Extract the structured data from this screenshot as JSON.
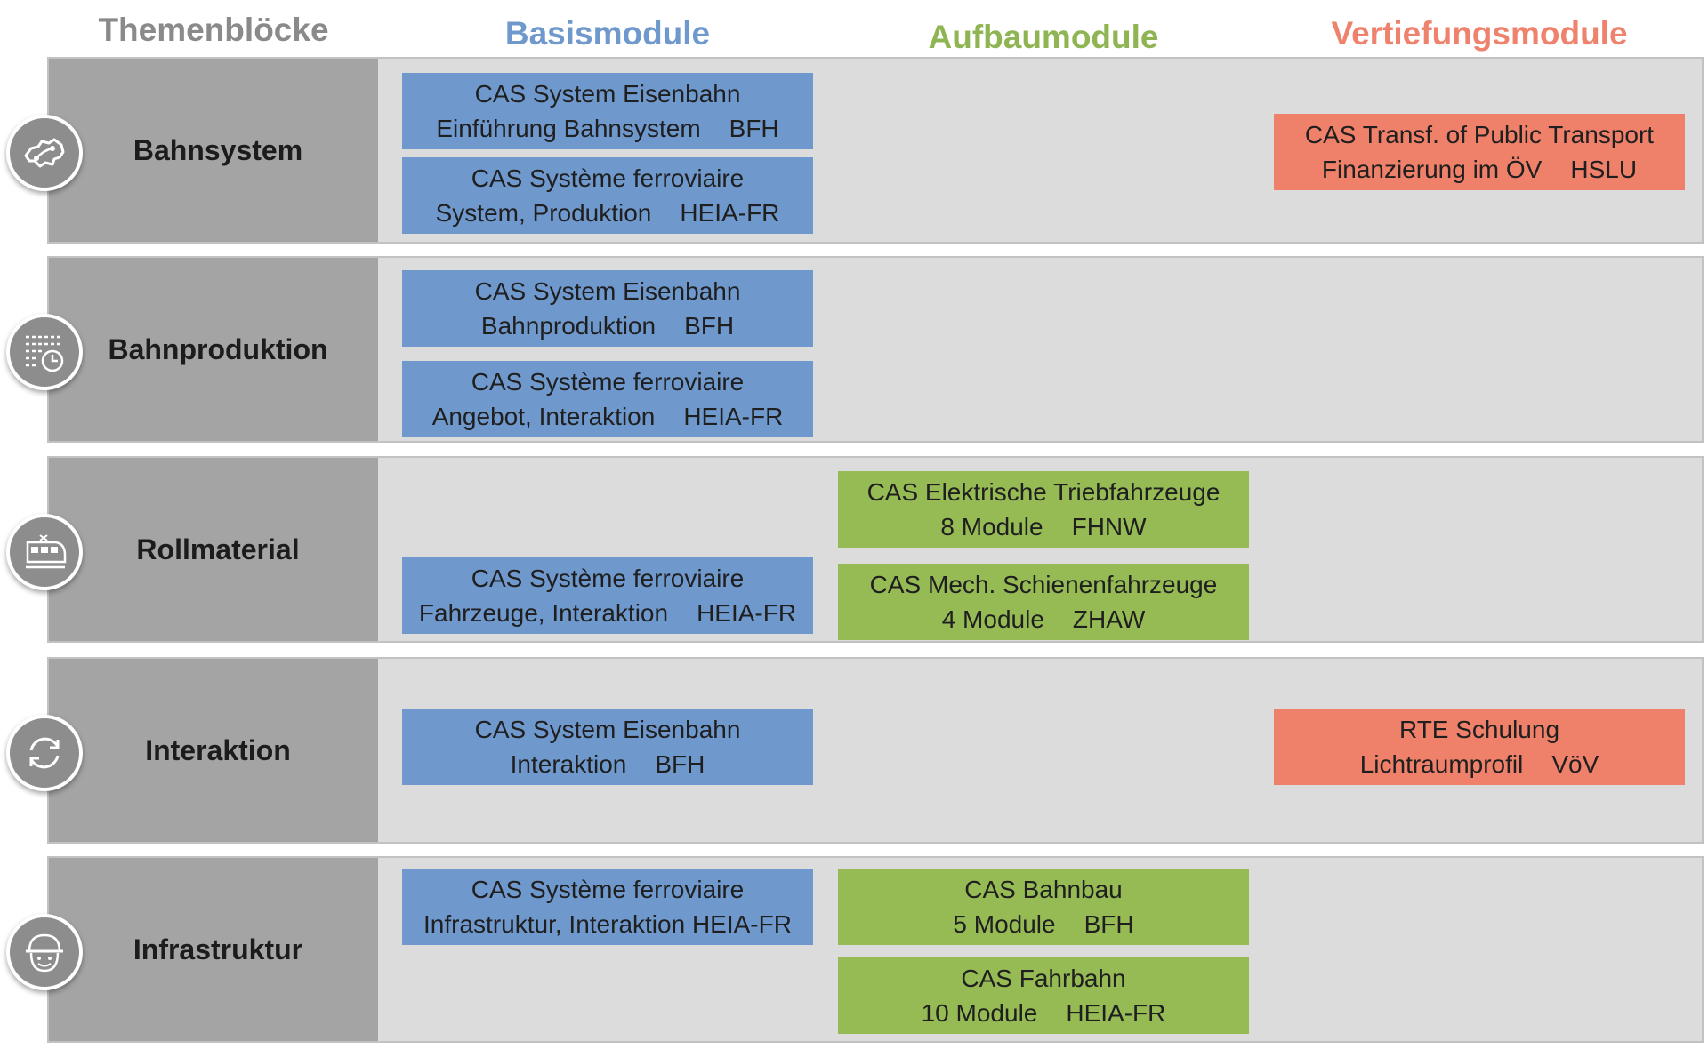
{
  "headers": {
    "themen": "Themenblöcke",
    "basis": "Basismodule",
    "aufbau": "Aufbaumodule",
    "vertief": "Vertiefungsmodule"
  },
  "colors": {
    "themen_header": "#8a8a8a",
    "basis": "#6f98cd",
    "aufbau": "#96bb55",
    "vertief": "#ef806a",
    "row_bg": "#dcdcdc",
    "label_bg": "#a4a4a4"
  },
  "rows": [
    {
      "label": "Bahnsystem",
      "icon": "switzerland-map-icon",
      "modules": [
        {
          "type": "basis",
          "line1": "CAS System Eisenbahn",
          "line2a": "Einführung Bahnsystem",
          "line2b": "BFH"
        },
        {
          "type": "basis",
          "line1": "CAS Système ferroviaire",
          "line2a": "System, Produktion",
          "line2b": "HEIA-FR"
        },
        {
          "type": "vertief",
          "line1": "CAS Transf. of Public Transport",
          "line2a": "Finanzierung im ÖV",
          "line2b": "HSLU"
        }
      ]
    },
    {
      "label": "Bahnproduktion",
      "icon": "timetable-clock-icon",
      "modules": [
        {
          "type": "basis",
          "line1": "CAS System Eisenbahn",
          "line2a": "Bahnproduktion",
          "line2b": "BFH"
        },
        {
          "type": "basis",
          "line1": "CAS Système ferroviaire",
          "line2a": "Angebot, Interaktion",
          "line2b": "HEIA-FR"
        }
      ]
    },
    {
      "label": "Rollmaterial",
      "icon": "train-icon",
      "modules": [
        {
          "type": "aufbau",
          "line1": "CAS Elektrische Triebfahrzeuge",
          "line2a": "8 Module",
          "line2b": "FHNW"
        },
        {
          "type": "basis",
          "line1": "CAS Système ferroviaire",
          "line2a": "Fahrzeuge, Interaktion",
          "line2b": "HEIA-FR"
        },
        {
          "type": "aufbau",
          "line1": "CAS Mech. Schienenfahrzeuge",
          "line2a": "4 Module",
          "line2b": "ZHAW"
        }
      ]
    },
    {
      "label": "Interaktion",
      "icon": "refresh-cycle-icon",
      "modules": [
        {
          "type": "basis",
          "line1": "CAS System Eisenbahn",
          "line2a": "Interaktion",
          "line2b": "BFH"
        },
        {
          "type": "vertief",
          "line1": "RTE Schulung",
          "line2a": "Lichtraumprofil",
          "line2b": "VöV"
        }
      ]
    },
    {
      "label": "Infrastruktur",
      "icon": "worker-helmet-icon",
      "modules": [
        {
          "type": "basis",
          "line1": "CAS Système ferroviaire",
          "line2a": "Infrastruktur, Interaktion",
          "line2b": "HEIA-FR"
        },
        {
          "type": "aufbau",
          "line1": "CAS Bahnbau",
          "line2a": "5 Module",
          "line2b": "BFH"
        },
        {
          "type": "aufbau",
          "line1": "CAS Fahrbahn",
          "line2a": "10 Module",
          "line2b": "HEIA-FR"
        }
      ]
    }
  ]
}
